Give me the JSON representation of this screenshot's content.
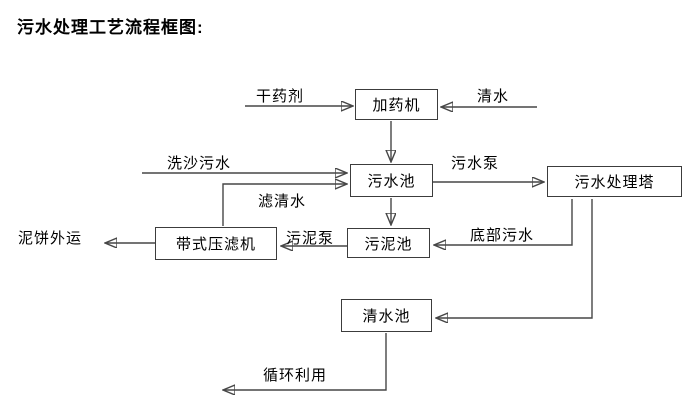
{
  "title": "污水处理工艺流程框图:",
  "nodes": {
    "dosing_machine": {
      "label": "加药机"
    },
    "sewage_pool": {
      "label": "污水池"
    },
    "treatment_tower": {
      "label": "污水处理塔"
    },
    "sludge_pool": {
      "label": "污泥池"
    },
    "belt_filter_press": {
      "label": "带式压滤机"
    },
    "clean_water_pool": {
      "label": "清水池"
    }
  },
  "edge_labels": {
    "dry_agent": "干药剂",
    "clean_water": "清水",
    "sand_wash_sewage": "洗沙污水",
    "filtered_water": "滤清水",
    "sewage_pump": "污水泵",
    "bottom_sewage": "底部污水",
    "sludge_pump": "污泥泵",
    "mud_cake_out": "泥饼外运",
    "recycle": "循环利用"
  },
  "colors": {
    "background": "#ffffff",
    "line": "#464646",
    "box_border": "#3c3c3c",
    "text": "#000000"
  }
}
